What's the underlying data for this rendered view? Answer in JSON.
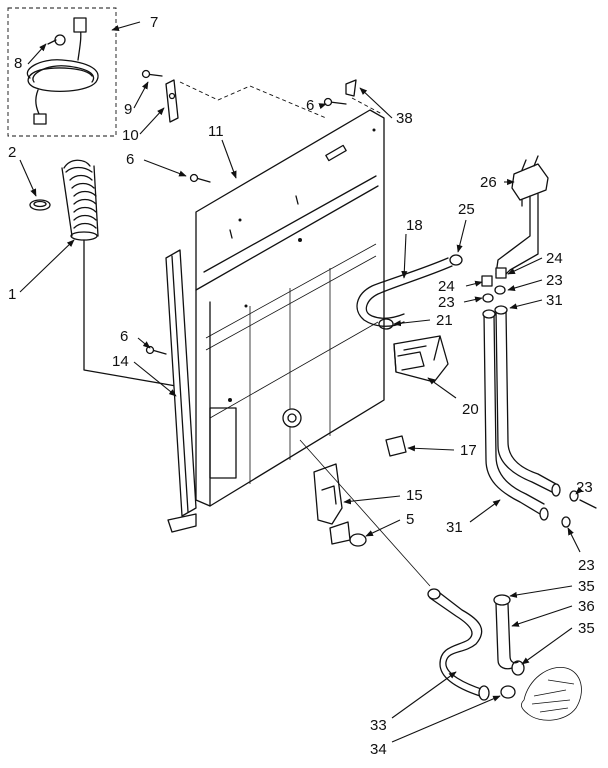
{
  "callouts": {
    "c1": "1",
    "c2": "2",
    "c5": "5",
    "c6a": "6",
    "c6b": "6",
    "c6c": "6",
    "c7": "7",
    "c8": "8",
    "c9": "9",
    "c10": "10",
    "c11": "11",
    "c14": "14",
    "c15": "15",
    "c17": "17",
    "c18": "18",
    "c20": "20",
    "c21": "21",
    "c23a": "23",
    "c23b": "23",
    "c23c": "23",
    "c23d": "23",
    "c24a": "24",
    "c24b": "24",
    "c25": "25",
    "c26": "26",
    "c31a": "31",
    "c31b": "31",
    "c33": "33",
    "c34": "34",
    "c35a": "35",
    "c35b": "35",
    "c36": "36",
    "c38": "38"
  }
}
